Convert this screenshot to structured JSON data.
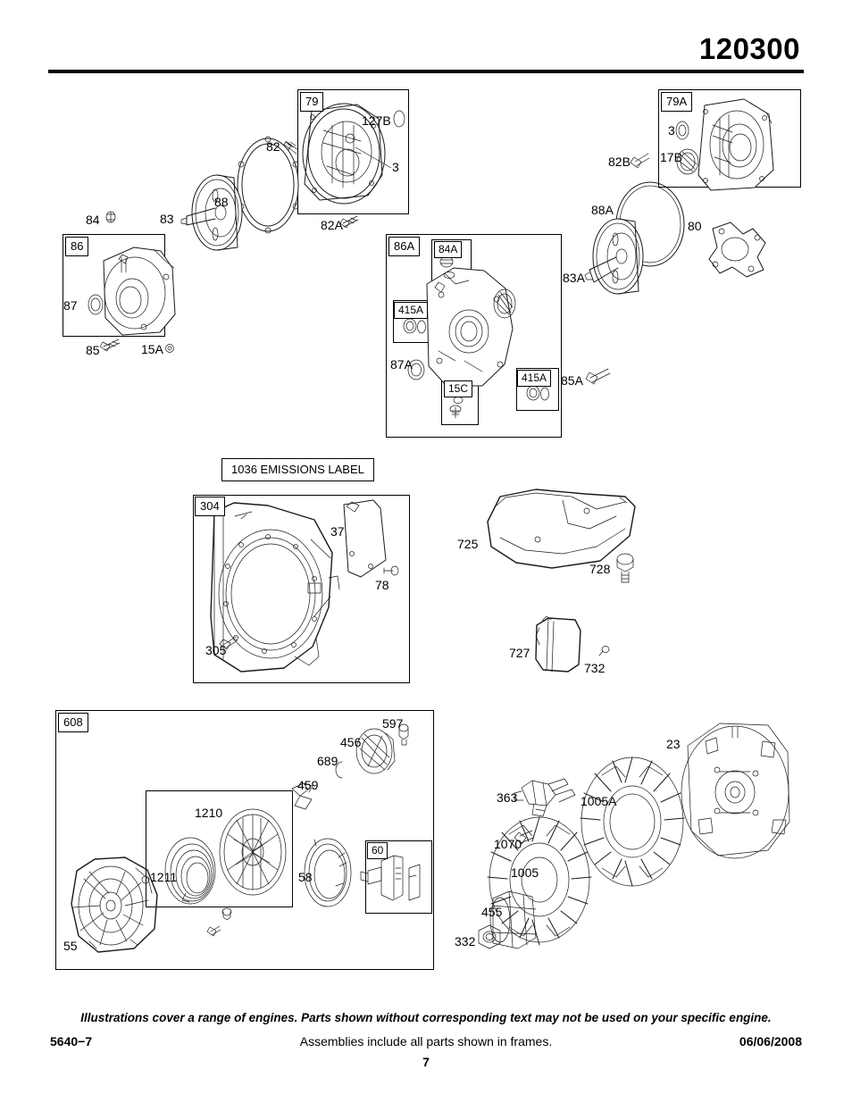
{
  "header": {
    "model_number": "120300"
  },
  "banner": {
    "emissions_label": "1036 EMISSIONS LABEL"
  },
  "frames": [
    {
      "id": "79",
      "tag": "79"
    },
    {
      "id": "79A",
      "tag": "79A"
    },
    {
      "id": "86",
      "tag": "86"
    },
    {
      "id": "86A",
      "tag": "86A"
    },
    {
      "id": "84A",
      "tag": "84A"
    },
    {
      "id": "415A-left",
      "tag": "415A"
    },
    {
      "id": "415A-right",
      "tag": "415A"
    },
    {
      "id": "15C",
      "tag": "15C"
    },
    {
      "id": "304",
      "tag": "304"
    },
    {
      "id": "608",
      "tag": "608"
    },
    {
      "id": "1210-1211",
      "tag": ""
    },
    {
      "id": "60",
      "tag": "60"
    }
  ],
  "callouts": {
    "group_crankcase_cover": [
      {
        "ref": "79",
        "kind": "frame-tag"
      },
      {
        "ref": "127B",
        "kind": "part"
      },
      {
        "ref": "3",
        "kind": "part"
      },
      {
        "ref": "82",
        "kind": "part"
      },
      {
        "ref": "82A",
        "kind": "part"
      },
      {
        "ref": "88",
        "kind": "part"
      },
      {
        "ref": "83",
        "kind": "part"
      },
      {
        "ref": "84",
        "kind": "part"
      },
      {
        "ref": "86",
        "kind": "frame-tag"
      },
      {
        "ref": "87",
        "kind": "part"
      },
      {
        "ref": "85",
        "kind": "part"
      },
      {
        "ref": "15A",
        "kind": "part"
      }
    ],
    "group_sump": [
      {
        "ref": "86A",
        "kind": "frame-tag"
      },
      {
        "ref": "84A",
        "kind": "frame-tag"
      },
      {
        "ref": "415A",
        "kind": "frame-tag"
      },
      {
        "ref": "87A",
        "kind": "part"
      },
      {
        "ref": "15C",
        "kind": "frame-tag"
      },
      {
        "ref": "415A",
        "kind": "frame-tag"
      },
      {
        "ref": "85A",
        "kind": "part"
      }
    ],
    "group_cover_right": [
      {
        "ref": "79A",
        "kind": "frame-tag"
      },
      {
        "ref": "3",
        "kind": "part"
      },
      {
        "ref": "17B",
        "kind": "part"
      },
      {
        "ref": "82B",
        "kind": "part"
      },
      {
        "ref": "88A",
        "kind": "part"
      },
      {
        "ref": "80",
        "kind": "part"
      },
      {
        "ref": "83A",
        "kind": "part"
      }
    ],
    "group_blower_housing": [
      {
        "ref": "304",
        "kind": "frame-tag"
      },
      {
        "ref": "37",
        "kind": "part"
      },
      {
        "ref": "78",
        "kind": "part"
      },
      {
        "ref": "305",
        "kind": "part"
      }
    ],
    "group_guards": [
      {
        "ref": "725",
        "kind": "part"
      },
      {
        "ref": "728",
        "kind": "part"
      },
      {
        "ref": "727",
        "kind": "part"
      },
      {
        "ref": "732",
        "kind": "part"
      }
    ],
    "group_rewind_starter": [
      {
        "ref": "608",
        "kind": "frame-tag"
      },
      {
        "ref": "597",
        "kind": "part"
      },
      {
        "ref": "456",
        "kind": "part"
      },
      {
        "ref": "689",
        "kind": "part"
      },
      {
        "ref": "459",
        "kind": "part"
      },
      {
        "ref": "1210",
        "kind": "part"
      },
      {
        "ref": "1211",
        "kind": "part"
      },
      {
        "ref": "58",
        "kind": "part"
      },
      {
        "ref": "60",
        "kind": "frame-tag"
      },
      {
        "ref": "55",
        "kind": "part"
      }
    ],
    "group_flywheel": [
      {
        "ref": "23",
        "kind": "part"
      },
      {
        "ref": "363",
        "kind": "part"
      },
      {
        "ref": "1005A",
        "kind": "part"
      },
      {
        "ref": "1070",
        "kind": "part"
      },
      {
        "ref": "1005",
        "kind": "part"
      },
      {
        "ref": "455",
        "kind": "part"
      },
      {
        "ref": "332",
        "kind": "part"
      }
    ]
  },
  "labels": {
    "n3": "3",
    "n3b": "3",
    "n15A": "15A",
    "n15C": "15C",
    "n17B": "17B",
    "n23": "23",
    "n37": "37",
    "n55": "55",
    "n58": "58",
    "n60": "60",
    "n78": "78",
    "n79": "79",
    "n79A": "79A",
    "n80": "80",
    "n82": "82",
    "n82A": "82A",
    "n82B": "82B",
    "n83": "83",
    "n83A": "83A",
    "n84": "84",
    "n84A": "84A",
    "n85": "85",
    "n85A": "85A",
    "n86": "86",
    "n86A": "86A",
    "n87": "87",
    "n87A": "87A",
    "n88": "88",
    "n88A": "88A",
    "n127B": "127B",
    "n304": "304",
    "n305": "305",
    "n332": "332",
    "n363": "363",
    "n415A_l": "415A",
    "n415A_r": "415A",
    "n455": "455",
    "n456": "456",
    "n459": "459",
    "n597": "597",
    "n608": "608",
    "n689": "689",
    "n725": "725",
    "n727": "727",
    "n728": "728",
    "n732": "732",
    "n1005": "1005",
    "n1005A": "1005A",
    "n1070": "1070",
    "n1210": "1210",
    "n1211": "1211"
  },
  "footer": {
    "note": "Illustrations cover a range of engines. Parts shown without corresponding text may not be used on your specific engine.",
    "left": "5640−7",
    "center": "Assemblies include all parts shown in frames.",
    "right": "06/06/2008",
    "page": "7"
  }
}
